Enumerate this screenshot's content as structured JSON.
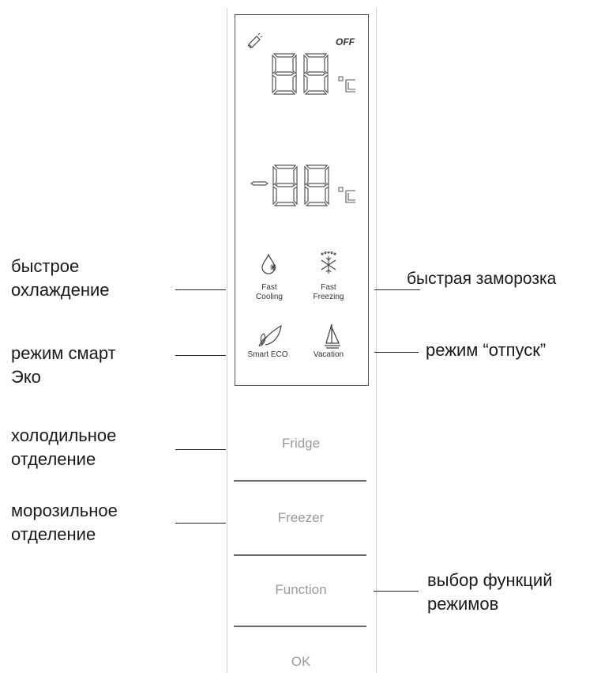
{
  "display": {
    "off_label": "OFF",
    "upper_temp_digits": "88",
    "lower_temp_digits": "-88",
    "unit": "°C",
    "icons": [
      {
        "name": "fast-cooling",
        "line1": "Fast",
        "line2": "Cooling"
      },
      {
        "name": "fast-freezing",
        "line1": "Fast",
        "line2": "Freezing"
      },
      {
        "name": "smart-eco",
        "line1": "Smart ECO",
        "line2": ""
      },
      {
        "name": "vacation",
        "line1": "Vacation",
        "line2": ""
      }
    ]
  },
  "buttons": {
    "fridge": "Fridge",
    "freezer": "Freezer",
    "function": "Function",
    "ok": "OK"
  },
  "annotations": {
    "fast_cooling": [
      "быстрое",
      "охлаждение"
    ],
    "fast_freezing": [
      "быстрая заморозка"
    ],
    "smart_eco": [
      "режим смарт",
      "Эко"
    ],
    "vacation": [
      "режим “отпуск”"
    ],
    "fridge": [
      "холодильное",
      "отделение"
    ],
    "freezer": [
      "морозильное",
      "отделение"
    ],
    "function": [
      "выбор функций",
      "режимов"
    ]
  }
}
